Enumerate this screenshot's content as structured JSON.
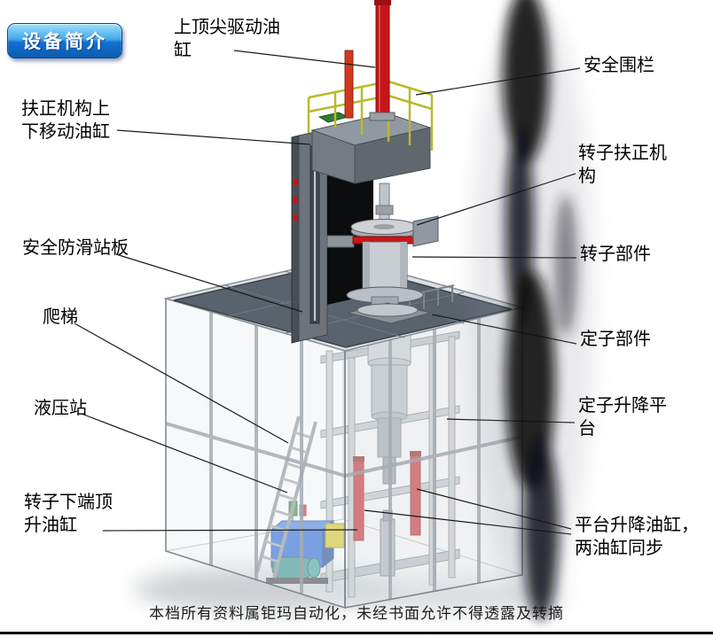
{
  "badge": {
    "text": "设备简介"
  },
  "labels": {
    "top_drive_cylinder": "上顶尖驱动油缸",
    "safety_fence": "安全围栏",
    "centering_updown_cylinder": "扶正机构上下移动油缸",
    "rotor_centering_mechanism": "转子扶正机构",
    "antislip_platform": "安全防滑站板",
    "rotor_part": "转子部件",
    "ladder": "爬梯",
    "stator_part": "定子部件",
    "hydraulic_station": "液压站",
    "stator_lift_platform": "定子升降平台",
    "rotor_bottom_jack_cylinder": "转子下端顶升油缸",
    "platform_lift_cylinders": "平台升降油缸，两油缸同步"
  },
  "footer": {
    "text": "本档所有资料属钜玛自动化，未经书面允许不得透露及转摘"
  },
  "colors": {
    "badge_blue": "#1170cf",
    "cylinder_red": "#c81518",
    "railing_yellow": "#b9b92c",
    "hydraulic_blue": "#1f5fd6",
    "platform_slate": "#59636d",
    "frame_gray": "#c3c8cd"
  }
}
